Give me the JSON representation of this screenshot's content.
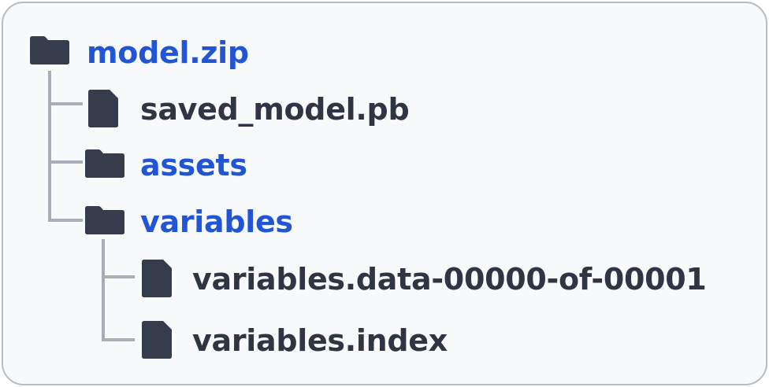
{
  "colors": {
    "folder_text": "#2155d6",
    "file_text": "#2f3542",
    "icon": "#353c4b",
    "connector": "#a8adb7",
    "border": "#b6bbc4",
    "background": "#f8f9fb"
  },
  "tree": {
    "root": {
      "name": "model.zip",
      "kind": "folder",
      "icon": "folder-icon"
    },
    "children": [
      {
        "name": "saved_model.pb",
        "kind": "file",
        "icon": "file-icon"
      },
      {
        "name": "assets",
        "kind": "folder",
        "icon": "folder-icon"
      },
      {
        "name": "variables",
        "kind": "folder",
        "icon": "folder-icon",
        "children": [
          {
            "name": "variables.data-00000-of-00001",
            "kind": "file",
            "icon": "file-icon"
          },
          {
            "name": "variables.index",
            "kind": "file",
            "icon": "file-icon"
          }
        ]
      }
    ]
  }
}
